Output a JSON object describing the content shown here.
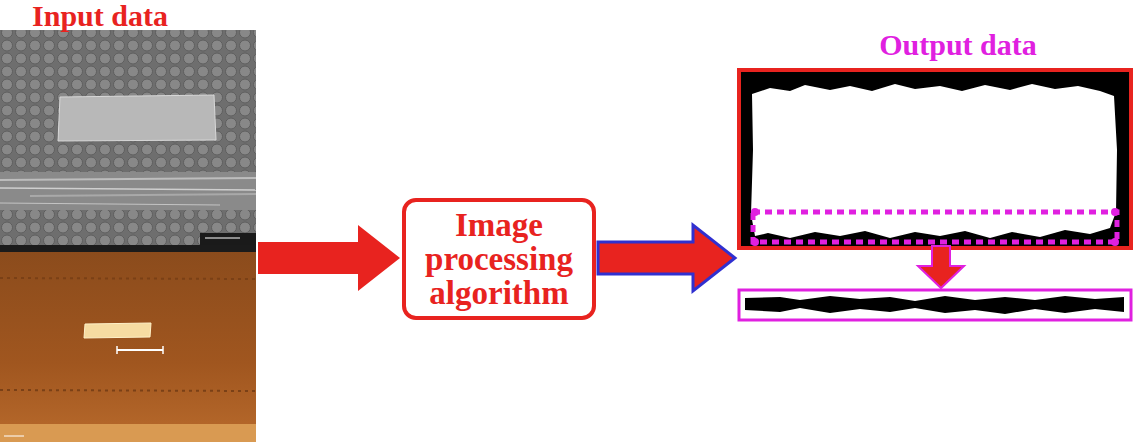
{
  "diagram": {
    "nodes": [
      {
        "text": [
          "Input data"
        ]
      },
      {
        "text": [
          "Image processing algorithm"
        ]
      },
      {
        "text": [
          "Output data"
        ]
      }
    ],
    "edges": [
      {
        "from": 0,
        "to": 1,
        "arrow": "to"
      },
      {
        "from": 1,
        "to": 2,
        "arrow": "to"
      }
    ]
  }
}
